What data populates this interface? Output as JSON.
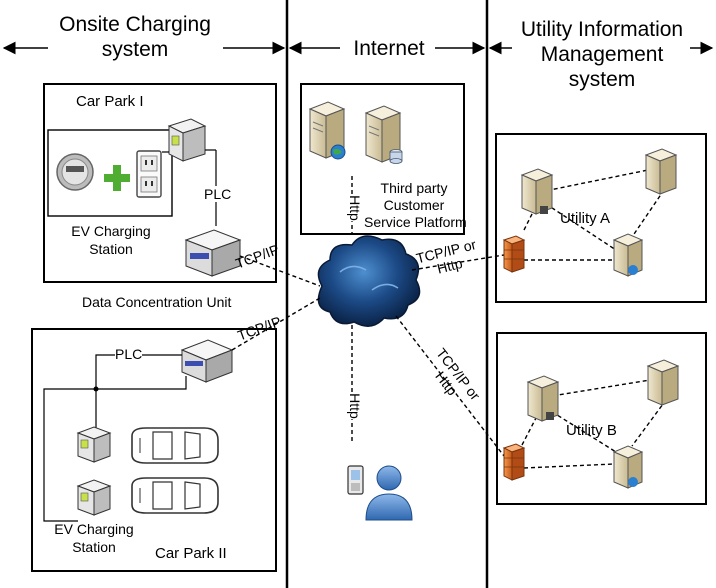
{
  "columns": {
    "onsite": {
      "title_line1": "Onsite Charging",
      "title_line2": "system"
    },
    "internet": {
      "title": "Internet"
    },
    "utility_mgmt": {
      "title_line1": "Utility Information",
      "title_line2": "Management",
      "title_line3": "system"
    }
  },
  "car_park_1": {
    "title": "Car Park I",
    "station_line1": "EV Charging",
    "station_line2": "Station",
    "plc": "PLC"
  },
  "dcu_label": "Data Concentration Unit",
  "car_park_2": {
    "title": "Car Park II",
    "station_line1": "EV Charging",
    "station_line2": "Station",
    "plc": "PLC"
  },
  "third_party": {
    "line1": "Third party",
    "line2": "Customer",
    "line3": "Service Platform"
  },
  "links": {
    "tcp_ip_1": "TCP/IP",
    "tcp_ip_2": "TCP/IP",
    "tcp_http_a_line1": "TCP/IP or",
    "tcp_http_a_line2": "Http",
    "tcp_http_b_line1": "TCP/IP or",
    "tcp_http_b_line2": "Http",
    "http_top": "Http",
    "http_bottom": "Http"
  },
  "utility_a": {
    "label": "Utility A"
  },
  "utility_b": {
    "label": "Utility B"
  }
}
